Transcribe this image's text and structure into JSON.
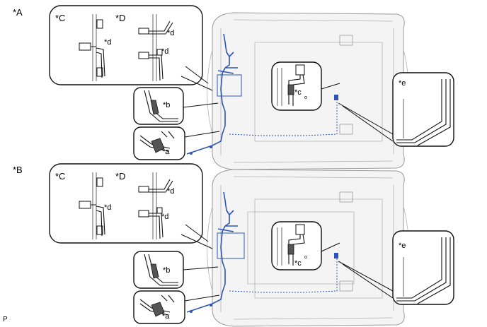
{
  "labels": {
    "view_a": "*A",
    "view_b": "*B",
    "c": "*C",
    "d": "*D",
    "a": "*a",
    "b": "*b",
    "cc": "*c",
    "dd": "*d",
    "e": "*e",
    "page_code": "P"
  },
  "colors": {
    "harness": "#2d55b8",
    "tape": "#555555",
    "roof_fill": "#f4f4f4"
  }
}
